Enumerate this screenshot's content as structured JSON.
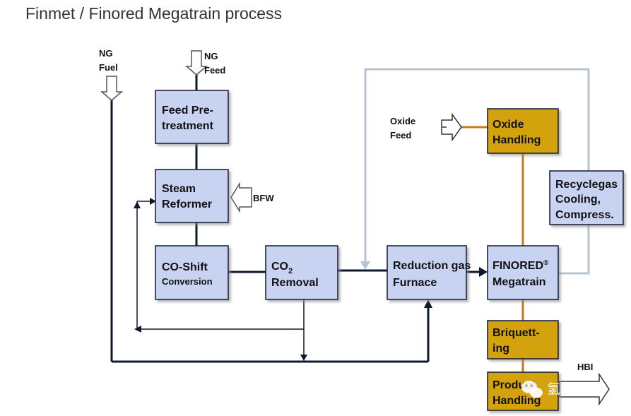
{
  "title": "Finmet / Finored Megatrain process",
  "labels": {
    "ng_fuel_1": "NG",
    "ng_fuel_2": "Fuel",
    "ng_feed_1": "NG",
    "ng_feed_2": "Feed",
    "bfw": "BFW",
    "oxide_feed_1": "Oxide",
    "oxide_feed_2": "Feed",
    "hbi": "HBI"
  },
  "boxes": {
    "feed_pretreatment": {
      "line1": "Feed Pre-",
      "line2": "treatment"
    },
    "steam_reformer": {
      "line1": "Steam",
      "line2": "Reformer"
    },
    "co_shift": {
      "line1": "CO-Shift",
      "line2": "Conversion"
    },
    "co2_removal": {
      "line1_main": "CO",
      "line1_sub": "2",
      "line2": "Removal"
    },
    "reduction_gas_furnace": {
      "line1": "Reduction gas",
      "line2": "Furnace"
    },
    "oxide_handling": {
      "line1": "Oxide",
      "line2": "Handling"
    },
    "recyclegas": {
      "line1": "Recyclegas",
      "line2": "Cooling,",
      "line3": "Compress."
    },
    "finored": {
      "line1_main": "FINORED",
      "line1_sup": "®",
      "line2": "Megatrain"
    },
    "briquetting": {
      "line1": "Briquett-",
      "line2": "ing"
    },
    "product_handling": {
      "line1": "Product",
      "line2": "Handling"
    }
  },
  "watermark": {
    "text": "氢新能源",
    "icon": "wechat-icon"
  },
  "colors": {
    "blue_box": "#c7d3f0",
    "gold_box": "#d4a20c",
    "line_dark": "#0c1830",
    "line_grey": "#b8c4d0",
    "line_orange": "#c87a1a"
  }
}
